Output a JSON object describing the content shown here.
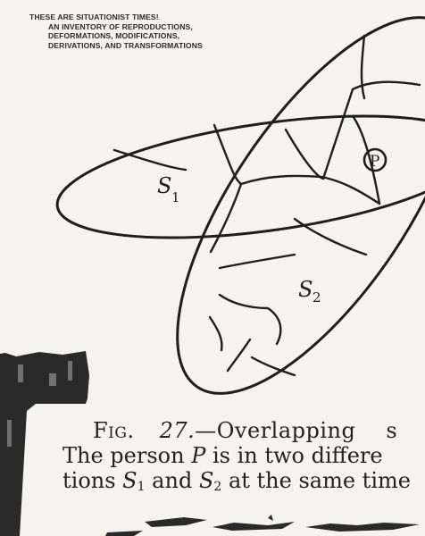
{
  "header": {
    "title": "THESE ARE SITUATIONIST TIMES!",
    "subtitle_lines": [
      "AN INVENTORY OF REPRODUCTIONS,",
      "DEFORMATIONS, MODIFICATIONS,",
      "DERIVATIONS, AND TRANSFORMATIONS"
    ]
  },
  "figure": {
    "label_s1": "S",
    "label_s1_sub": "1",
    "label_s2": "S",
    "label_s2_sub": "2",
    "label_p": "P"
  },
  "caption": {
    "fig_label": "Fig.",
    "fig_number": "27.",
    "line1_rest": "—Overlapping",
    "line1_trail": "s",
    "line2_a": "The person ",
    "line2_p": "P",
    "line2_b": " is in two differe",
    "line3_a": "tions ",
    "line3_s": "S",
    "line3_s_sub": "1",
    "line3_b": " and ",
    "line3_s2": "S",
    "line3_s2_sub": "2",
    "line3_c": " at the same time"
  },
  "colors": {
    "ink": "#1e1e1e",
    "paper": "#f4f3ef"
  }
}
